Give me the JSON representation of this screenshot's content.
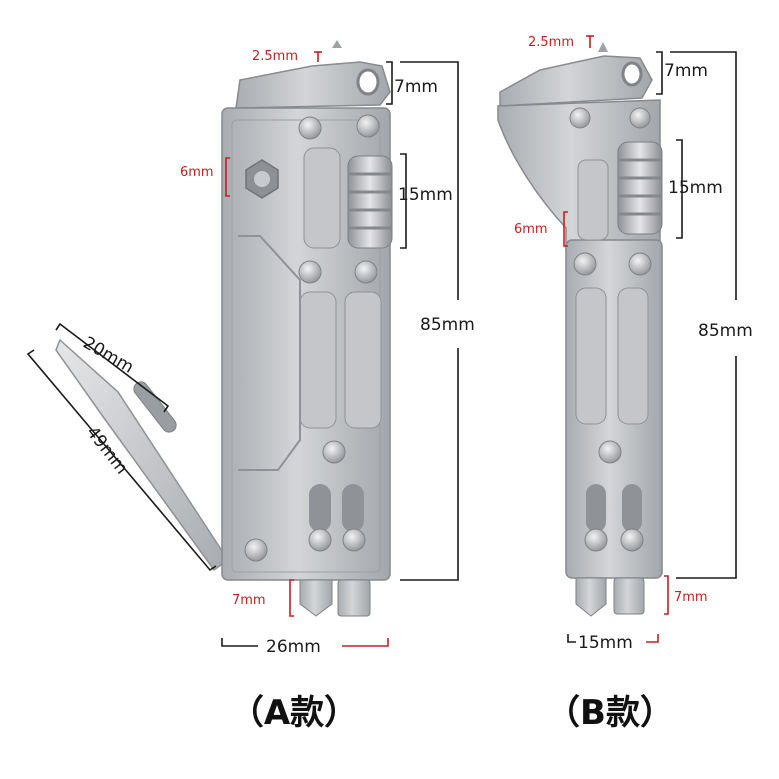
{
  "variant_a": {
    "caption": "（A款）",
    "dims": {
      "tip": "2.5mm",
      "ring": "7mm",
      "hex": "6mm",
      "wheel": "15mm",
      "length": "85mm",
      "blade_width": "20mm",
      "blade_length": "49mm",
      "bit": "7mm",
      "width": "26mm"
    }
  },
  "variant_b": {
    "caption": "（B款）",
    "dims": {
      "tip": "2.5mm",
      "ring": "7mm",
      "jaw": "6mm",
      "wheel": "15mm",
      "length": "85mm",
      "bit": "7mm",
      "width": "15mm"
    }
  },
  "colors": {
    "red": "#c81e1e",
    "black": "#1a1a1a",
    "metal": "#b9bbbe",
    "metal_dark": "#8e9195"
  }
}
